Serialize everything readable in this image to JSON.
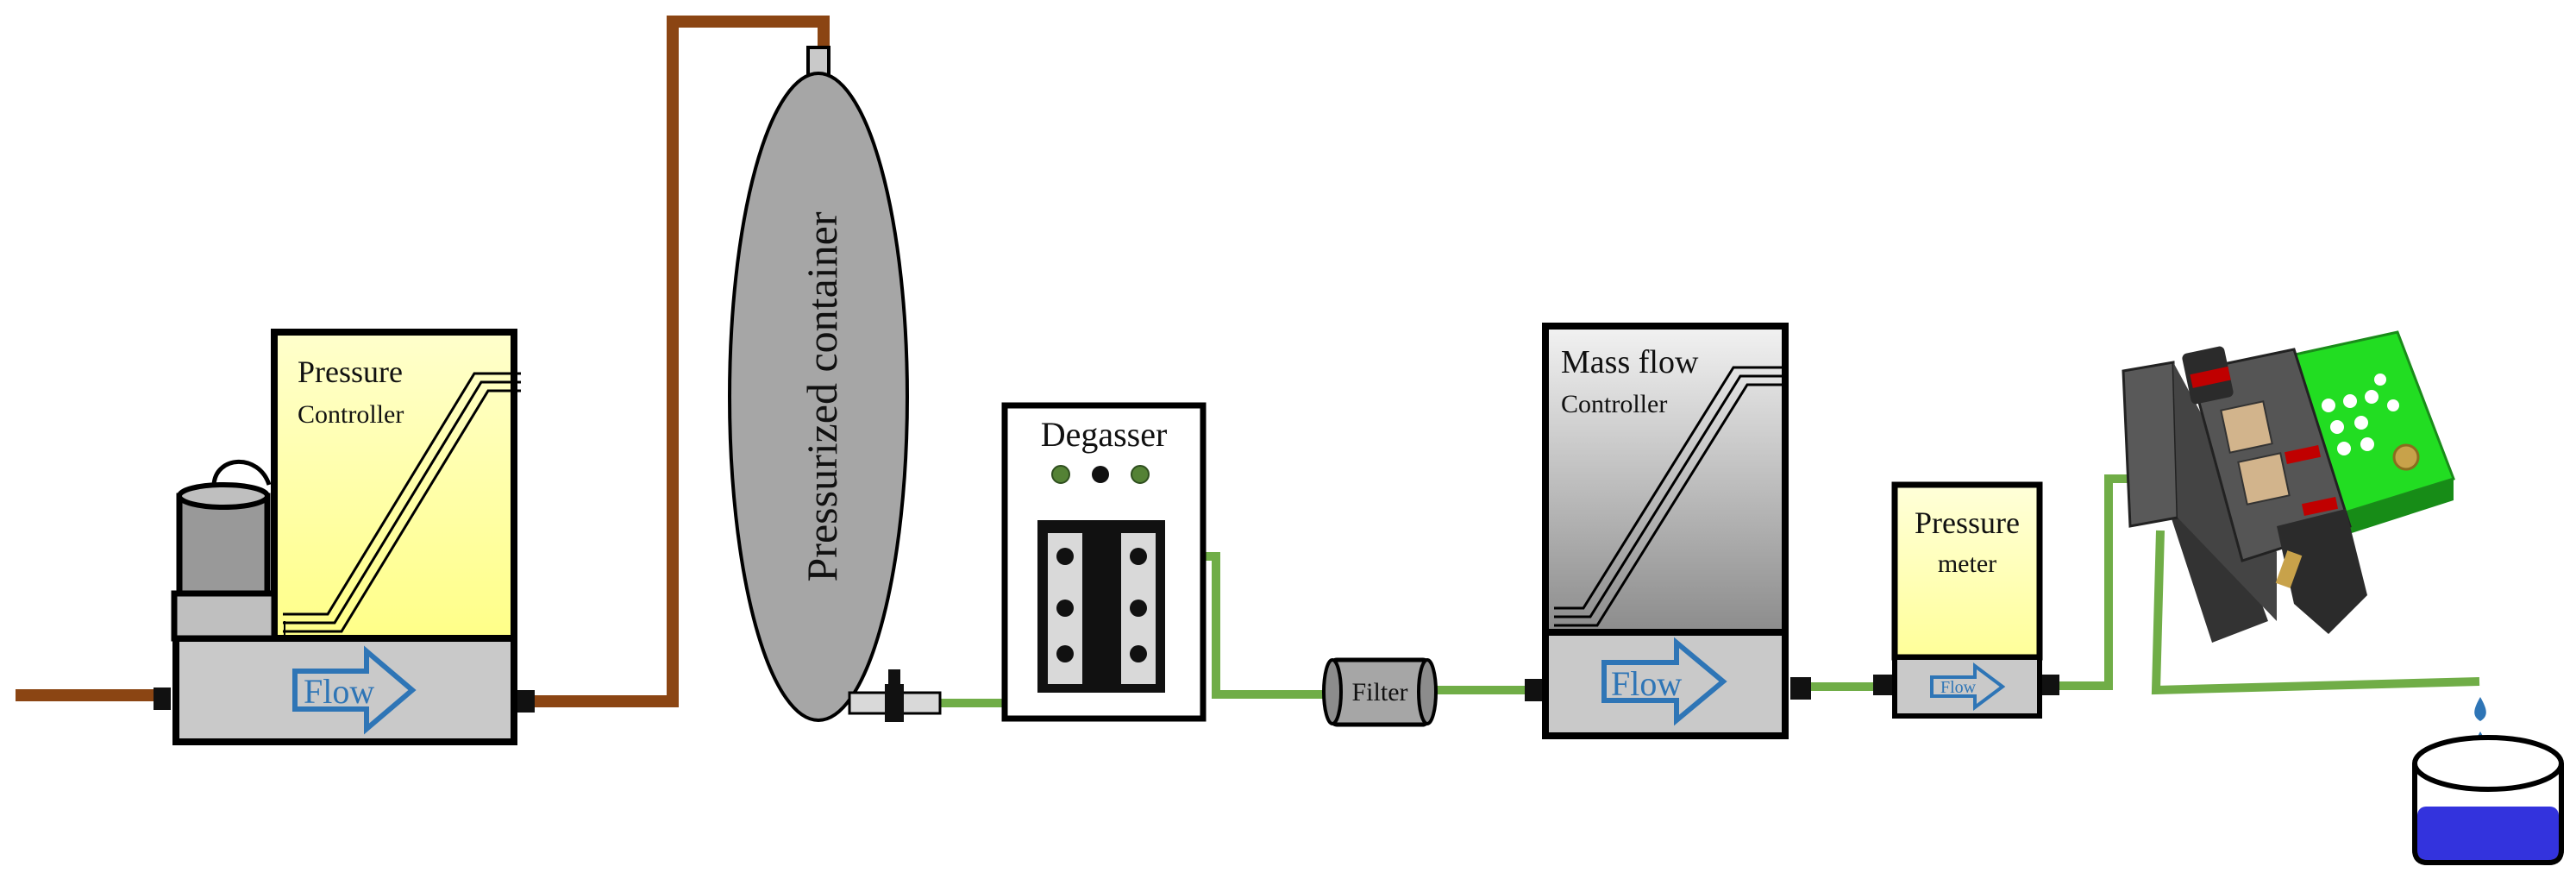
{
  "labels": {
    "pressure_controller_line1": "Pressure",
    "pressure_controller_line2": "Controller",
    "flow_1": "Flow",
    "pressurized_container": "Pressurized container",
    "degasser": "Degasser",
    "filter": "Filter",
    "mass_flow_line1": "Mass flow",
    "mass_flow_line2": "Controller",
    "flow_2": "Flow",
    "pressure_meter_line1": "Pressure",
    "pressure_meter_line2": "meter",
    "flow_3": "Flow"
  },
  "colors": {
    "gas_line": "#8b4513",
    "liquid_line": "#70ad47",
    "flow_arrow": "#2e75b6",
    "yellow_panel": "#ffff99",
    "body_gray": "#c9c9c9",
    "container_gray": "#a6a6a6",
    "led_green": "#548235",
    "reservoir_blue": "#3333dd",
    "chip_green": "#22dd22"
  }
}
